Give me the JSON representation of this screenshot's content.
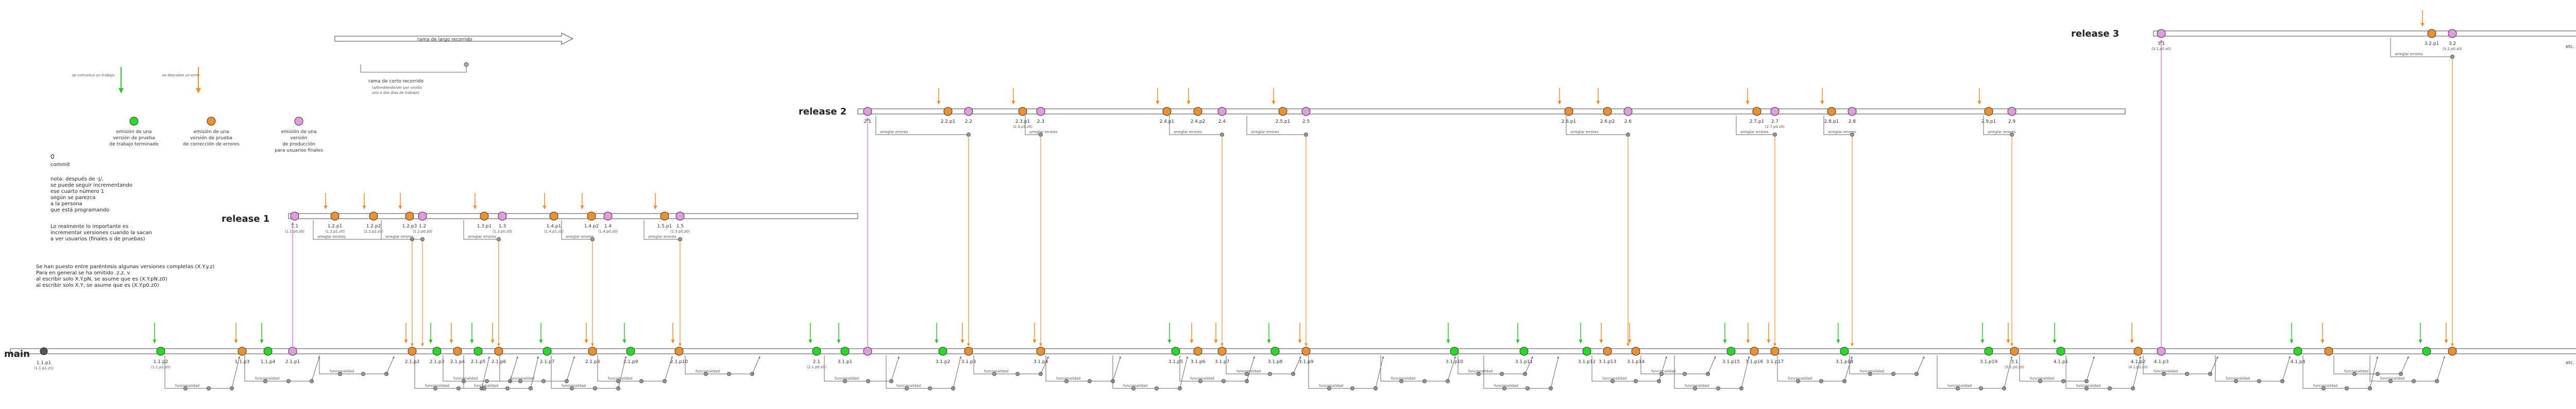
{
  "colors": {
    "trabajo": "#22dd22",
    "pruebas": "#f0902a",
    "usuarios": "#e39ae3",
    "fix": "#f58a1f",
    "link": "#cc66cc",
    "line": "#444444",
    "dot": "#999999"
  },
  "branches": {
    "main": {
      "label": "main",
      "end": "etc. etc."
    },
    "release1": {
      "label": "release 1"
    },
    "release2": {
      "label": "release 2"
    },
    "release3": {
      "label": "release 3",
      "end": "etc. etc."
    }
  },
  "legend": {
    "arrow_green": "se comunica un trabajo",
    "arrow_orange": "se descubre un error",
    "green": [
      "emisión de una",
      "versión de prueba",
      "de trabajo terminado"
    ],
    "orange": [
      "emisión de una",
      "versión de prueba",
      "de corrección de errores"
    ],
    "pink": [
      "emisión de una",
      "versión",
      "de producción",
      "para usuarios finales"
    ],
    "long_branch": "rama de largo recorrido",
    "short_branch": [
      "rama de corto recorrido",
      "(a/tendiendo/ver por un/día",
      "uno o dos días de trabajo)"
    ]
  },
  "notes": {
    "p1": [
      "0",
      "commit"
    ],
    "p2": [
      "nota: después de -j/,",
      "se puede seguir incrementando",
      "ese cuarto número  1",
      "según se parezca",
      "a la persona",
      "que está programando"
    ],
    "p3": [
      "Lo realmente lo importante es",
      "incrementar versiones cuando la sacan",
      "a ver usuarios (finales o de pruebas)"
    ],
    "p4": [
      "Se han puesto entre paréntesis algunas versiones completas (X.Y.y.z)",
      "Para en general se ha omitido .z.z. v",
      "al escribir solo X.Y.pN, se asume que es (X.Y.pN.z0)",
      "al escribir solo X.Y, se asume que es (X.Y.p0.z0)"
    ]
  },
  "labels": {
    "main": [
      {
        "t": "1.1.p1",
        "s": "(1.1.p1.z1)"
      },
      {
        "t": "1.1.p2",
        "s": "(1.1.p2.z0)"
      },
      {
        "t": "1.1.p3"
      },
      {
        "t": "1.1.p4"
      },
      {
        "t": "1.1",
        "s": "(1.1.p0.z0)"
      },
      {
        "t": "2.1.p1"
      },
      {
        "t": "2.1.p2"
      },
      {
        "t": "2.1.p3"
      },
      {
        "t": "2.1.p4"
      },
      {
        "t": "2.1.p5"
      },
      {
        "t": "2.1.p6"
      },
      {
        "t": "2.1.p7"
      },
      {
        "t": "2.1.p8"
      },
      {
        "t": "2.1.p9"
      },
      {
        "t": "2.1.p10"
      },
      {
        "t": "2.1",
        "s": "(2.1.p0.z0)"
      },
      {
        "t": "3.1.p1"
      },
      {
        "t": "3.1.p2"
      },
      {
        "t": "3.1.p3"
      },
      {
        "t": "3.1.p4"
      },
      {
        "t": "3.1.p5"
      },
      {
        "t": "3.1.p6"
      },
      {
        "t": "3.1.p7"
      },
      {
        "t": "3.1.p8"
      },
      {
        "t": "3.1.p9"
      },
      {
        "t": "3.1.p10"
      },
      {
        "t": "3.1.p11"
      },
      {
        "t": "3.1.p12"
      },
      {
        "t": "3.1.p13"
      },
      {
        "t": "3.1.p14"
      },
      {
        "t": "3.1.p15"
      },
      {
        "t": "3.1.p16"
      },
      {
        "t": "3.1.p17"
      },
      {
        "t": "3.1.p18"
      },
      {
        "t": "3.1.p19"
      },
      {
        "t": "3.1",
        "s": "(3.1.p0.z0)"
      },
      {
        "t": "4.1.p1"
      },
      {
        "t": "4.1.p2",
        "s": "(4.1.p2.z0)"
      },
      {
        "t": "4.1.p3"
      },
      {
        "t": "4.1.p4"
      }
    ],
    "release1": [
      {
        "t": "1.1",
        "s": "(1.1.p0.z0)"
      },
      {
        "t": "1.2.p1",
        "s": "(1.2.p1.z0)"
      },
      {
        "t": "1.2.p2",
        "s": "(1.2.p2.z0)"
      },
      {
        "t": "1.2.p3"
      },
      {
        "t": "1.2",
        "s": "(1.2.p0.z0)"
      },
      {
        "t": "1.3.p1"
      },
      {
        "t": "1.3",
        "s": "(1.3.p0.z0)"
      },
      {
        "t": "1.4.p1",
        "s": "(1.4.p1.z0)"
      },
      {
        "t": "1.4.p2"
      },
      {
        "t": "1.4",
        "s": "(1.4.p0.z0)"
      },
      {
        "t": "1.5.p1"
      },
      {
        "t": "1.5",
        "s": "(1.5.p0.z0)"
      }
    ],
    "release2": [
      {
        "t": "2.1"
      },
      {
        "t": "2.2.p1"
      },
      {
        "t": "2.2"
      },
      {
        "t": "2.3.p1",
        "s": "(2.3.p1.z0)"
      },
      {
        "t": "2.3"
      },
      {
        "t": "2.4.p1"
      },
      {
        "t": "2.4.p2"
      },
      {
        "t": "2.4"
      },
      {
        "t": "2.5.p1"
      },
      {
        "t": "2.5"
      },
      {
        "t": "2.6.p1"
      },
      {
        "t": "2.6.p2"
      },
      {
        "t": "2.6"
      },
      {
        "t": "2.7.p1"
      },
      {
        "t": "2.7",
        "s": "(2.7.p0.z0)"
      },
      {
        "t": "2.8.p1"
      },
      {
        "t": "2.8"
      },
      {
        "t": "2.9.p1"
      },
      {
        "t": "2.9"
      }
    ],
    "release3": [
      {
        "t": "3.1",
        "s": "(3.1.p0.z0)"
      },
      {
        "t": "3.2.p1"
      },
      {
        "t": "3.2",
        "s": "(3.2.p0.z0)"
      }
    ]
  },
  "small": {
    "fix": "arreglar errores",
    "feat": "funcionalidad"
  }
}
